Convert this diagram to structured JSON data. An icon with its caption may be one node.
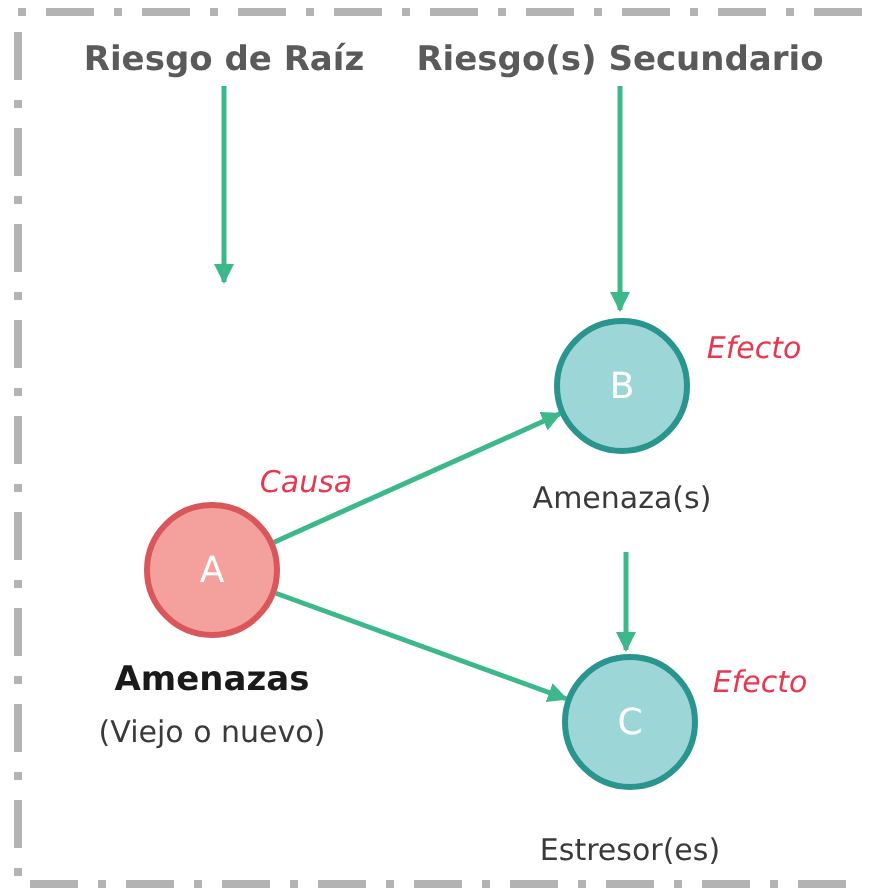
{
  "diagram": {
    "nodes": [
      {
        "text": [
          "Riesgo de Raíz"
        ]
      },
      {
        "text": [
          "Riesgo(s) Secundario"
        ]
      },
      {
        "text": [
          "A"
        ],
        "beside": [
          "Causa",
          "Amenazas",
          "(Viejo o nuevo)"
        ]
      },
      {
        "text": [
          "B"
        ],
        "beside": [
          "Efecto",
          "Amenaza(s)"
        ]
      },
      {
        "text": [
          "C"
        ],
        "beside": [
          "Efecto",
          "Estresor(es)"
        ]
      }
    ],
    "edges": [
      {
        "from": 0,
        "to": null,
        "arrow": "to"
      },
      {
        "from": 1,
        "to": 3,
        "arrow": "to"
      },
      {
        "from": 2,
        "to": 3,
        "arrow": "to"
      },
      {
        "from": 2,
        "to": 4,
        "arrow": "to"
      },
      {
        "from": 3,
        "to": 4,
        "arrow": "to"
      }
    ]
  }
}
